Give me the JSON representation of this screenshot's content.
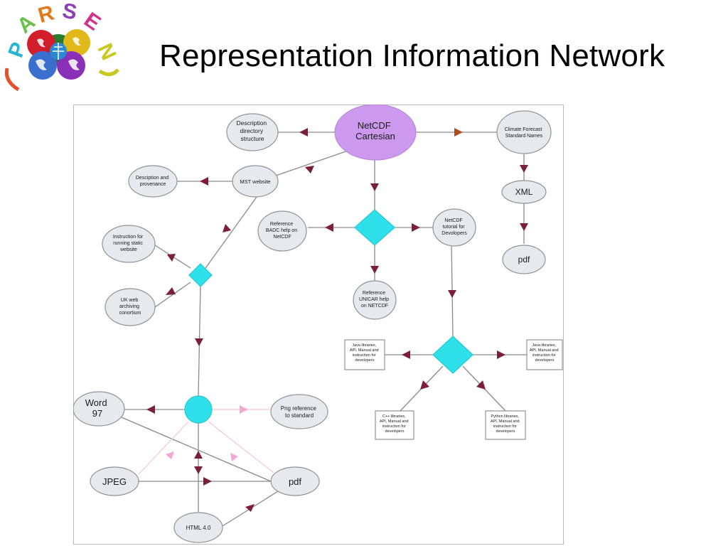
{
  "slide": {
    "title": "Representation Information Network"
  },
  "logo": {
    "letters": [
      "P",
      "A",
      "R",
      "S",
      "E",
      "N"
    ],
    "icon": "puzzle-globe-icon"
  },
  "colors": {
    "node_fill": "#e8e9ec",
    "node_stroke": "#8f939a",
    "root_fill": "#cc99ee",
    "decision_fill": "#2ee0ea",
    "arrow": "#7a1f3a",
    "arrow_light": "#f4a6d6",
    "edge": "#8a8a8a"
  },
  "diagram": {
    "nodes": [
      {
        "id": "netcdf",
        "label": [
          "NetCDF",
          "Cartesian"
        ]
      },
      {
        "id": "desc_dir",
        "label": [
          "Description",
          "directory",
          "structure"
        ]
      },
      {
        "id": "climate",
        "label": [
          "Climate Forecast",
          "Standard Names"
        ]
      },
      {
        "id": "mst",
        "label": [
          "MST website"
        ]
      },
      {
        "id": "desc_prov",
        "label": [
          "Desciption and",
          "provenance"
        ]
      },
      {
        "id": "xml",
        "label": [
          "XML"
        ]
      },
      {
        "id": "pdf_top",
        "label": [
          "pdf"
        ]
      },
      {
        "id": "badc",
        "label": [
          "Reference",
          "BADC help on",
          "NetCDF"
        ]
      },
      {
        "id": "tutorial",
        "label": [
          "NetCDF",
          "tutorial for",
          "Devolopers"
        ]
      },
      {
        "id": "unicar",
        "label": [
          "Reference",
          "UNICAR help",
          "on NETCDF"
        ]
      },
      {
        "id": "instr",
        "label": [
          "Instruction for",
          "running static",
          "website"
        ]
      },
      {
        "id": "ukweb",
        "label": [
          "UK web",
          "archiving",
          "conortium"
        ]
      },
      {
        "id": "java_left",
        "label": [
          "Java libraries,",
          "API, Manual and",
          "instruction for",
          "developers"
        ]
      },
      {
        "id": "java_right",
        "label": [
          "Java libraries,",
          "API, Manual and",
          "instruction for",
          "developers"
        ]
      },
      {
        "id": "cpp",
        "label": [
          "C++ libraries,",
          "API, Manual and",
          "instruction for",
          "developers"
        ]
      },
      {
        "id": "python",
        "label": [
          "Python libraries,",
          "API, Manual and",
          "instruction for",
          "developers"
        ]
      },
      {
        "id": "word97",
        "label": [
          "Word",
          "97"
        ]
      },
      {
        "id": "png",
        "label": [
          "Png reference",
          "to standard"
        ]
      },
      {
        "id": "jpeg",
        "label": [
          "JPEG"
        ]
      },
      {
        "id": "pdf_bottom",
        "label": [
          "pdf"
        ]
      },
      {
        "id": "html4",
        "label": [
          "HTML 4.0"
        ]
      },
      {
        "id": "diamond_center",
        "label": []
      },
      {
        "id": "diamond_small",
        "label": []
      },
      {
        "id": "diamond_right",
        "label": []
      },
      {
        "id": "circle_hub",
        "label": []
      }
    ]
  }
}
